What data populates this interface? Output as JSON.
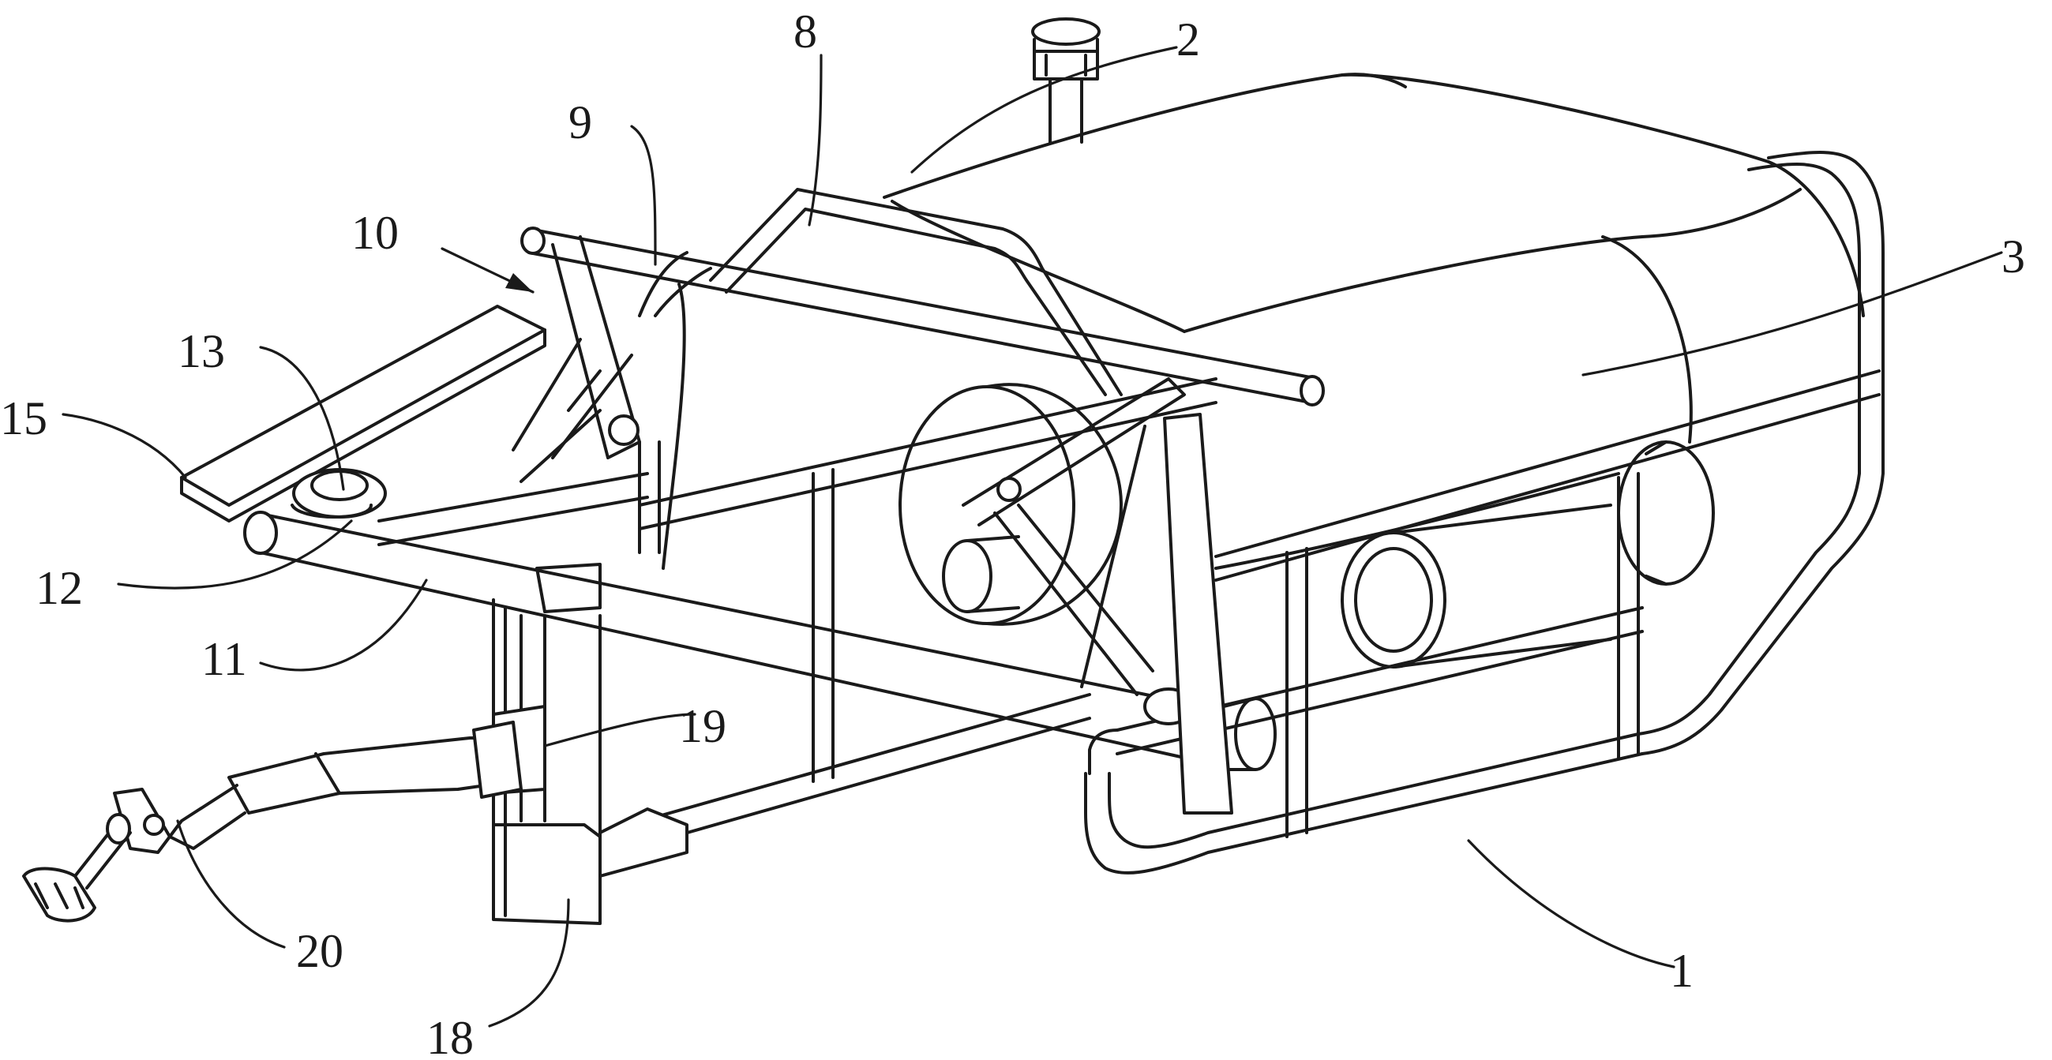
{
  "figure": {
    "labels": [
      {
        "id": "1",
        "text": "1"
      },
      {
        "id": "2",
        "text": "2"
      },
      {
        "id": "3",
        "text": "3"
      },
      {
        "id": "8",
        "text": "8"
      },
      {
        "id": "9",
        "text": "9"
      },
      {
        "id": "10",
        "text": "10"
      },
      {
        "id": "11",
        "text": "11"
      },
      {
        "id": "12",
        "text": "12"
      },
      {
        "id": "13",
        "text": "13"
      },
      {
        "id": "15",
        "text": "15"
      },
      {
        "id": "18",
        "text": "18"
      },
      {
        "id": "19",
        "text": "19"
      },
      {
        "id": "20",
        "text": "20"
      }
    ]
  }
}
